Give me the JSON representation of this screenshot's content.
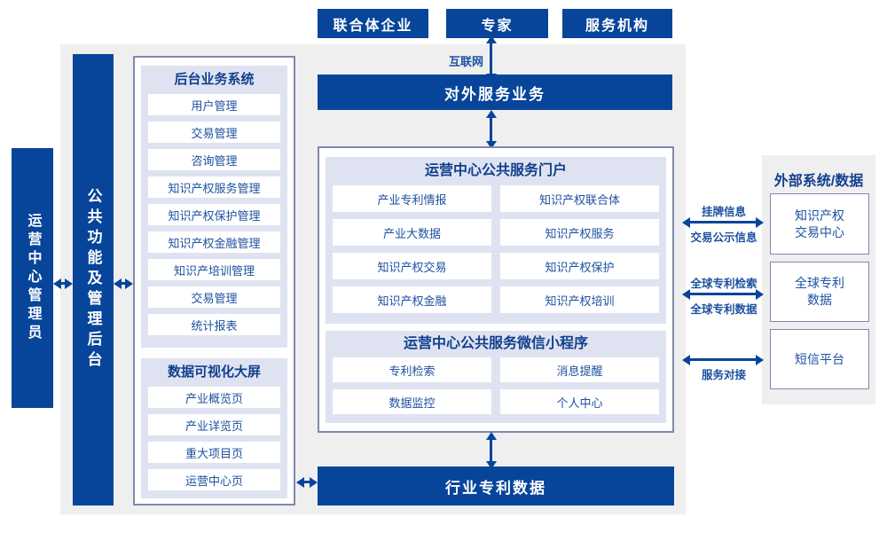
{
  "colors": {
    "primary_blue": "#07459a",
    "panel_fill": "#dfe3f1",
    "panel_border": "#7f88ae",
    "background_gray": "#efeff0",
    "text_blue": "#1d51a0",
    "title_blue": "#123f8e"
  },
  "top_actors": {
    "consortium": "联合体企业",
    "expert": "专家",
    "agency": "服务机构"
  },
  "internet": {
    "label": "互联网"
  },
  "external_service_bar": {
    "label": "对外服务业务"
  },
  "admin": {
    "label": "运营中心管理员"
  },
  "backend_bar": {
    "label": "公共功能及管理后台"
  },
  "left_box": {
    "backend_system": {
      "title": "后台业务系统",
      "items": [
        "用户管理",
        "交易管理",
        "咨询管理",
        "知识产权服务管理",
        "知识产权保护管理",
        "知识产权金融管理",
        "知识产培训管理",
        "交易管理",
        "统计报表"
      ]
    },
    "dashboard": {
      "title": "数据可视化大屏",
      "items": [
        "产业概览页",
        "产业详览页",
        "重大项目页",
        "运营中心页"
      ]
    }
  },
  "center_box": {
    "portal": {
      "title": "运营中心公共服务门户",
      "items": [
        "产业专利情报",
        "知识产权联合体",
        "产业大数据",
        "知识产权服务",
        "知识产权交易",
        "知识产权保护",
        "知识产权金融",
        "知识产权培训"
      ]
    },
    "miniapp": {
      "title": "运营中心公共服务微信小程序",
      "items": [
        "专利检索",
        "消息提醒",
        "数据监控",
        "个人中心"
      ]
    }
  },
  "bottom_bar": {
    "label": "行业专利数据"
  },
  "external": {
    "title": "外部系统/数据",
    "systems": [
      {
        "line1": "知识产权",
        "line2": "交易中心"
      },
      {
        "line1": "全球专利",
        "line2": "数据"
      },
      {
        "line1": "短信平台",
        "line2": ""
      }
    ],
    "links": {
      "link1_top": "挂牌信息",
      "link1_bottom": "交易公示信息",
      "link2_top": "全球专利检索",
      "link2_bottom": "全球专利数据",
      "link3_bottom": "服务对接"
    }
  }
}
